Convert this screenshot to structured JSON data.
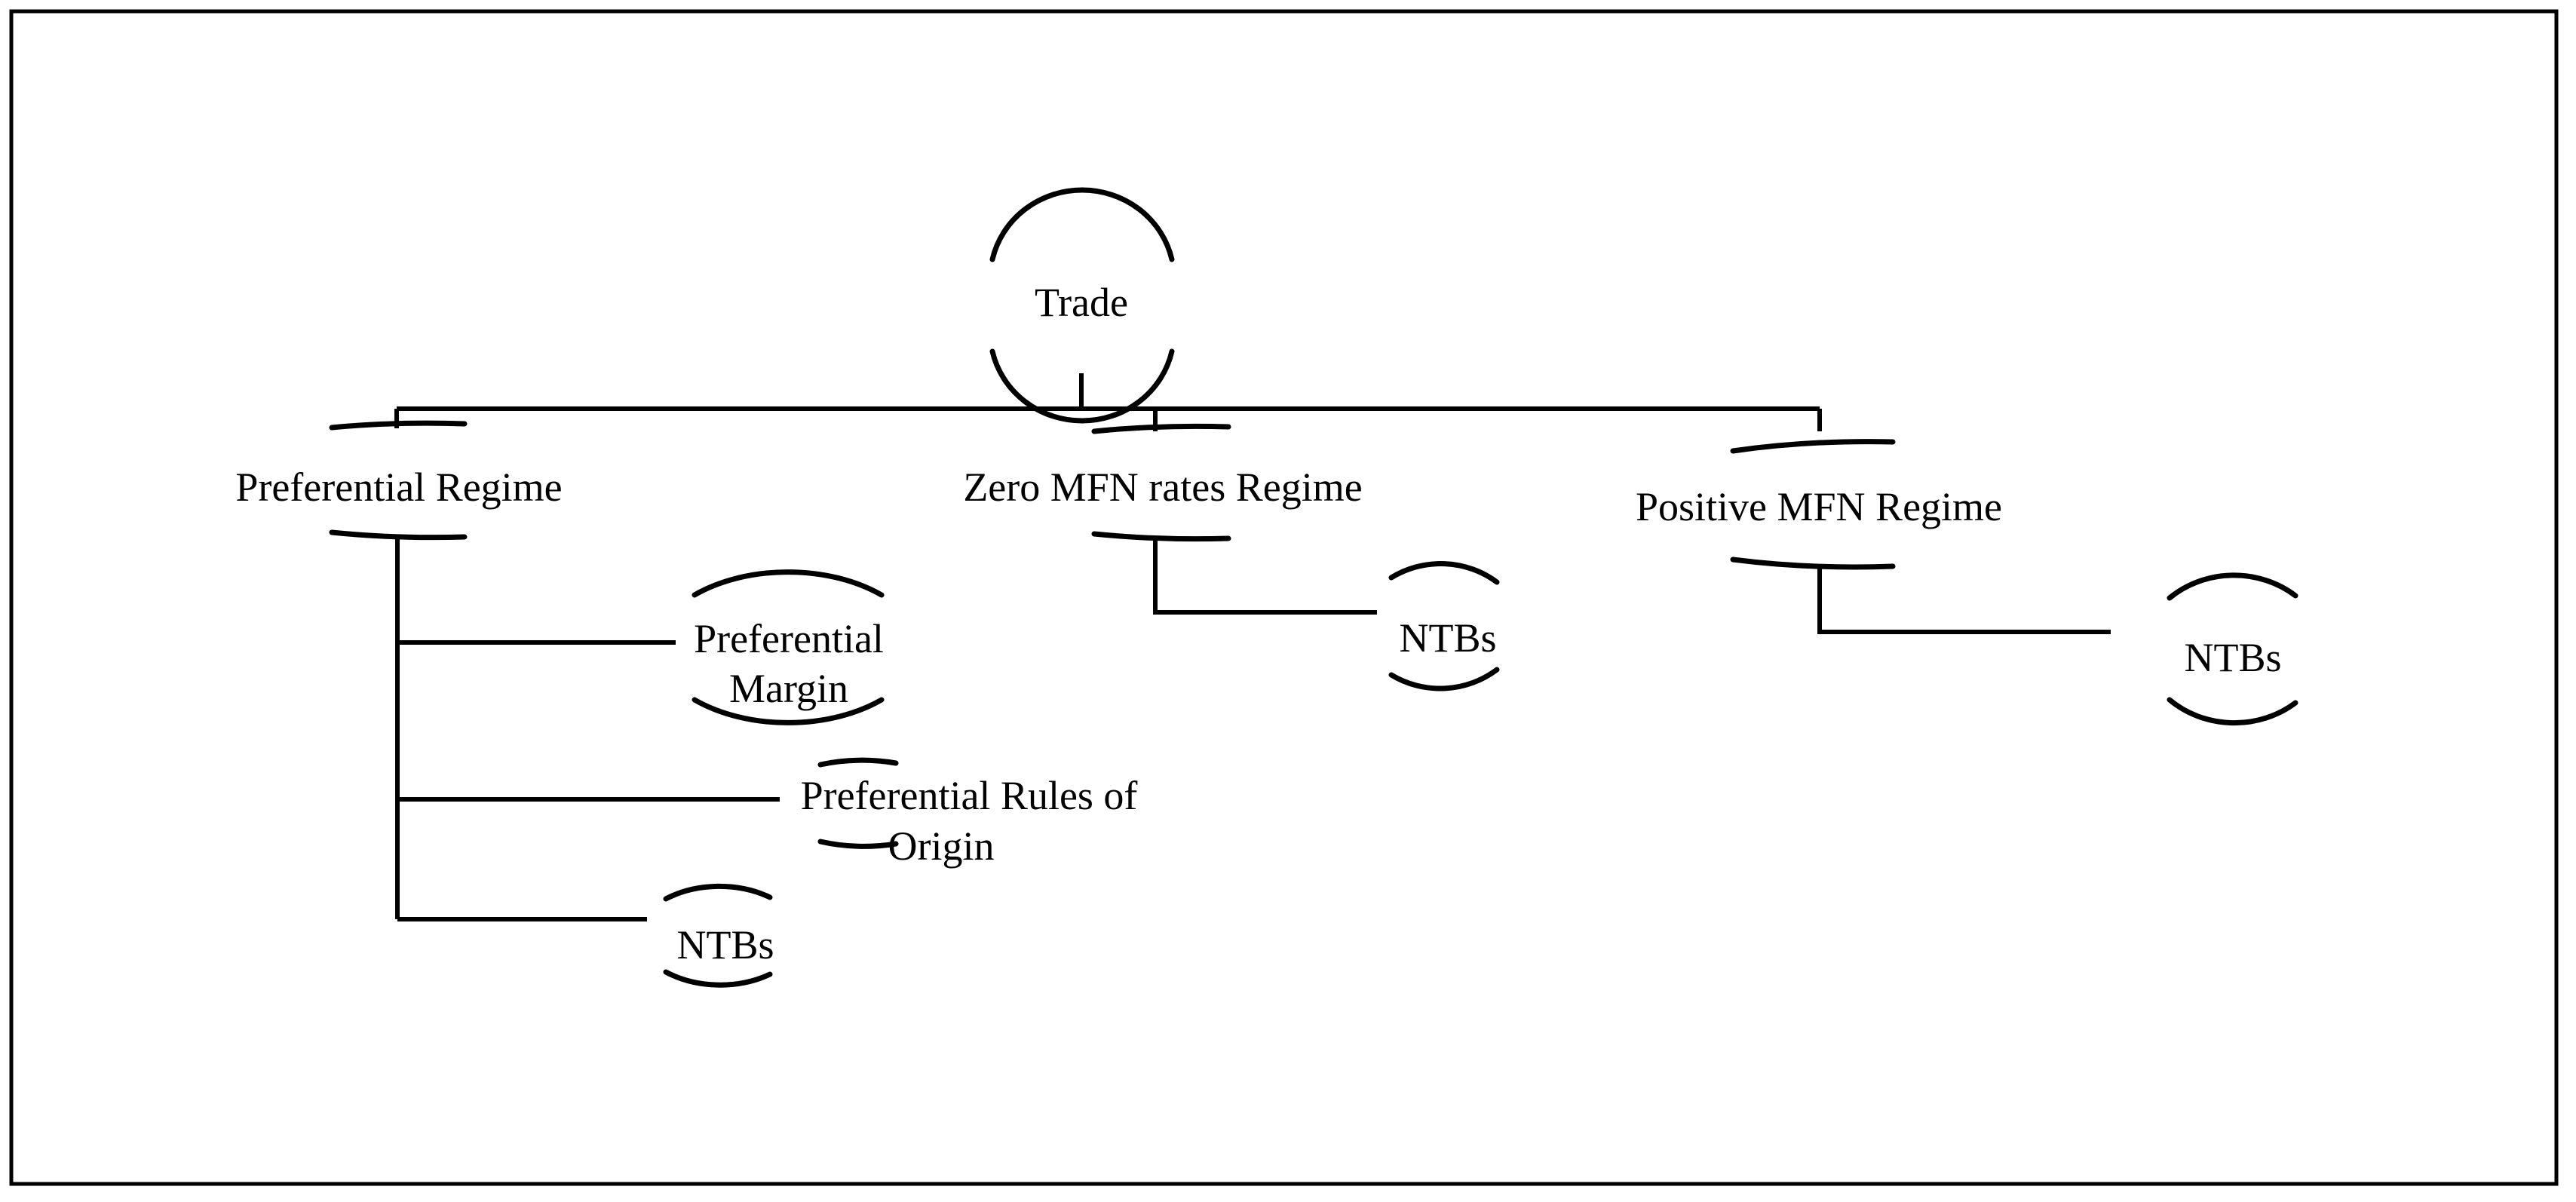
{
  "figure": {
    "kind": "hierarchy-tree-diagram",
    "frame_color": "#000000",
    "line_color": "#000000",
    "text_color": "#000000",
    "background_color": "#ffffff"
  },
  "nodes": {
    "root": {
      "label": "Trade"
    },
    "level1": [
      {
        "id": "preferential-regime",
        "label": "Preferential Regime"
      },
      {
        "id": "zero-mfn-rates-regime",
        "label": "Zero MFN rates Regime"
      },
      {
        "id": "positive-mfn-regime",
        "label": "Positive MFN Regime"
      }
    ],
    "preferential_children": [
      {
        "id": "preferential-margin",
        "label_line1": "Preferential",
        "label_line2": "Margin"
      },
      {
        "id": "preferential-rules-of-origin",
        "label_line1": "Preferential Rules of",
        "label_line2": "Origin"
      },
      {
        "id": "preferential-ntbs",
        "label": "NTBs"
      }
    ],
    "zero_mfn_children": [
      {
        "id": "zero-mfn-ntbs",
        "label": "NTBs"
      }
    ],
    "positive_mfn_children": [
      {
        "id": "positive-mfn-ntbs",
        "label": "NTBs"
      }
    ]
  },
  "edges": [
    {
      "from": "Trade",
      "to": "Preferential Regime"
    },
    {
      "from": "Trade",
      "to": "Zero MFN rates Regime"
    },
    {
      "from": "Trade",
      "to": "Positive MFN Regime"
    },
    {
      "from": "Preferential Regime",
      "to": "Preferential Margin"
    },
    {
      "from": "Preferential Regime",
      "to": "Preferential Rules of Origin"
    },
    {
      "from": "Preferential Regime",
      "to": "NTBs"
    },
    {
      "from": "Zero MFN rates Regime",
      "to": "NTBs"
    },
    {
      "from": "Positive MFN Regime",
      "to": "NTBs"
    }
  ]
}
